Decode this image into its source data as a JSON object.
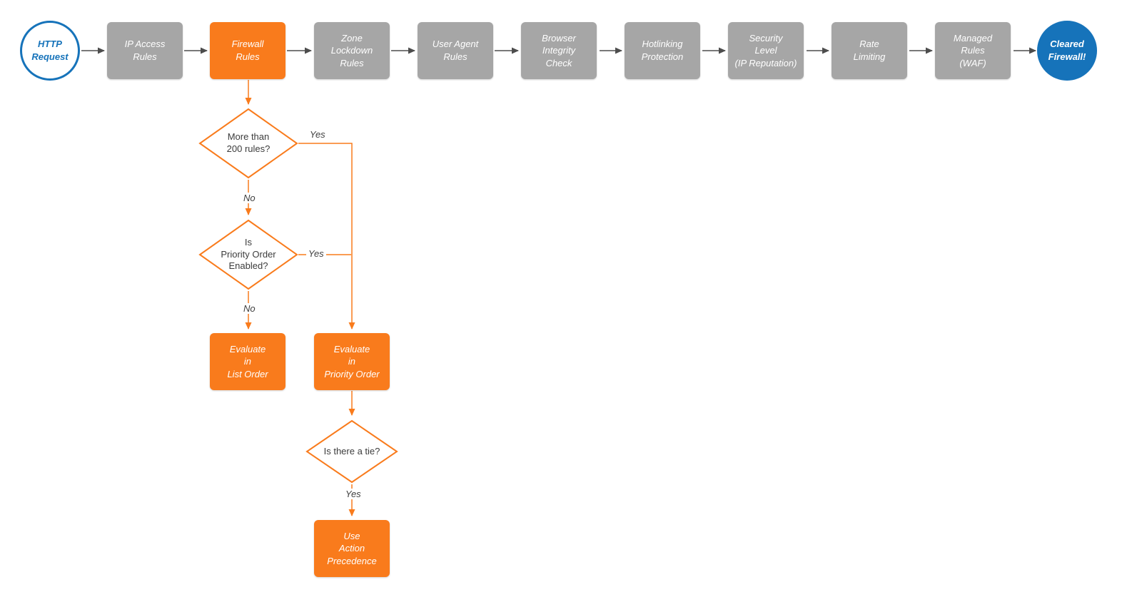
{
  "diagram": {
    "start": "HTTP\nRequest",
    "steps": [
      "IP Access\nRules",
      "Firewall\nRules",
      "Zone\nLockdown\nRules",
      "User Agent\nRules",
      "Browser\nIntegrity\nCheck",
      "Hotlinking\nProtection",
      "Security\nLevel\n(IP Reputation)",
      "Rate\nLimiting",
      "Managed\nRules\n(WAF)"
    ],
    "end": "Cleared\nFirewall!",
    "decisions": {
      "rules_count": "More than\n200 rules?",
      "priority_enabled": "Is\nPriority Order\nEnabled?",
      "tie": "Is there a tie?"
    },
    "actions": {
      "list_order": "Evaluate\nin\nList Order",
      "priority_order": "Evaluate\nin\nPriority Order",
      "action_precedence": "Use\nAction\nPrecedence"
    },
    "edge_labels": {
      "d1_yes": "Yes",
      "d1_no": "No",
      "d2_yes": "Yes",
      "d2_no": "No",
      "d3_yes": "Yes"
    },
    "colors": {
      "accent_orange": "#F97B1C",
      "step_gray": "#A6A6A6",
      "terminal_blue": "#1673BA"
    }
  }
}
